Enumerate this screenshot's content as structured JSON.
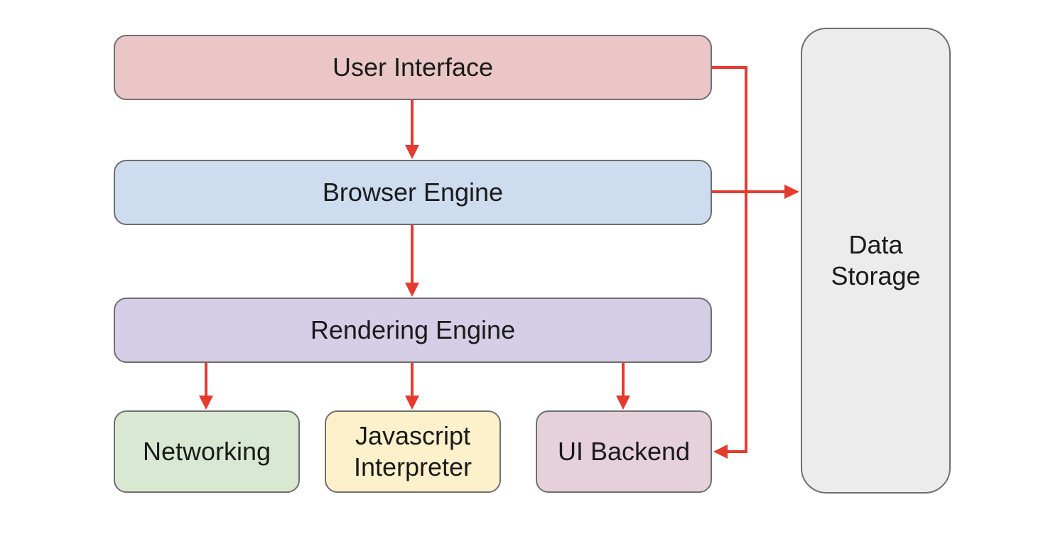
{
  "diagram": {
    "nodes": {
      "user_interface": {
        "lines": [
          "User Interface"
        ],
        "color": "#eac7c6"
      },
      "browser_engine": {
        "lines": [
          "Browser Engine"
        ],
        "color": "#cddcee"
      },
      "rendering_engine": {
        "lines": [
          "Rendering Engine"
        ],
        "color": "#d6cde6"
      },
      "networking": {
        "lines": [
          "Networking"
        ],
        "color": "#d9e8d3"
      },
      "js_interpreter": {
        "lines": [
          "Javascript",
          "Interpreter"
        ],
        "color": "#fdf1cc"
      },
      "ui_backend": {
        "lines": [
          "UI Backend"
        ],
        "color": "#e6d1da"
      },
      "data_storage": {
        "lines": [
          "Data",
          "Storage"
        ],
        "color": "#ececec"
      }
    },
    "edges": [
      {
        "from": "User Interface",
        "to": "Browser Engine"
      },
      {
        "from": "Browser Engine",
        "to": "Rendering Engine"
      },
      {
        "from": "Rendering Engine",
        "to": "Networking"
      },
      {
        "from": "Rendering Engine",
        "to": "Javascript Interpreter"
      },
      {
        "from": "Rendering Engine",
        "to": "UI Backend"
      },
      {
        "from": "Browser Engine",
        "to": "Data Storage"
      },
      {
        "from": "User Interface",
        "to": "UI Backend"
      }
    ],
    "arrow_color": "#e53b2f"
  }
}
